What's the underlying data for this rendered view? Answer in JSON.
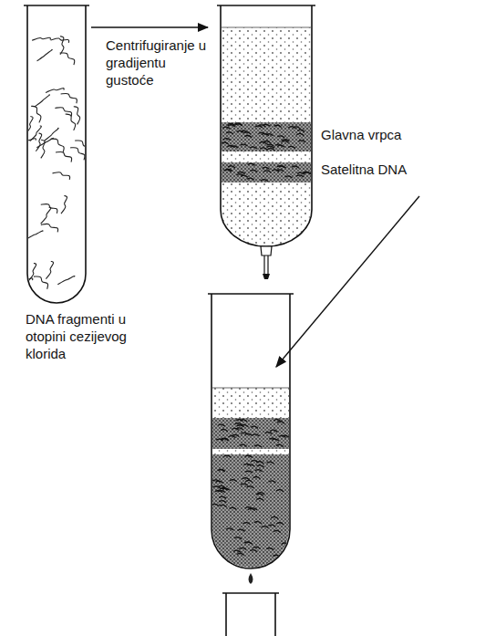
{
  "diagram": {
    "labels": [
      "Centrifugiranje u gradijentu gustoće",
      "Glavna vrpca",
      "Satelitna DNA",
      "DNA fragmenti u otopini cezijevog klorida"
    ]
  }
}
